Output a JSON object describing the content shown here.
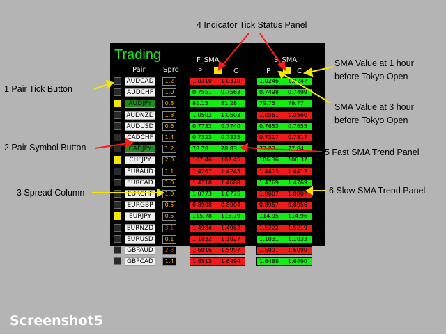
{
  "panel": {
    "title": "Trading",
    "pair_header": "Pair",
    "spread_header": "Sprd",
    "fast_sma_header": "F_SMA",
    "slow_sma_header": "S_SMA",
    "p_label": "P",
    "c_label": "C"
  },
  "rows": [
    {
      "pair": "AUDCAD",
      "tick": false,
      "selected": false,
      "spread": "1.2",
      "spread_color": "orange",
      "f_p": "1.0310",
      "f_c": "1.0310",
      "f_color": "red",
      "s_p": "1.0246",
      "s_c": "1.0247",
      "s_color": "green"
    },
    {
      "pair": "AUDCHF",
      "tick": false,
      "selected": false,
      "spread": "1.0",
      "spread_color": "orange",
      "f_p": "0.7551",
      "f_c": "0.7563",
      "f_color": "green",
      "s_p": "0.7498",
      "s_c": "0.7499",
      "s_color": "green"
    },
    {
      "pair": "AUDJPY",
      "tick": true,
      "selected": true,
      "spread": "0.8",
      "spread_color": "orange",
      "f_p": "81.15",
      "f_c": "81.28",
      "f_color": "green",
      "s_p": "79.75",
      "s_c": "79.77",
      "s_color": "green"
    },
    {
      "pair": "AUDNZD",
      "tick": false,
      "selected": false,
      "spread": "1.8",
      "spread_color": "orange",
      "f_p": "1.0502",
      "f_c": "1.0503",
      "f_color": "green",
      "s_p": "1.0561",
      "s_c": "1.0560",
      "s_color": "red"
    },
    {
      "pair": "AUDUSD",
      "tick": false,
      "selected": false,
      "spread": "0.6",
      "spread_color": "orange",
      "f_p": "0.7732",
      "f_c": "0.7740",
      "f_color": "green",
      "s_p": "0.7653",
      "s_c": "0.7655",
      "s_color": "green"
    },
    {
      "pair": "CADCHF",
      "tick": false,
      "selected": false,
      "spread": "1.4",
      "spread_color": "orange",
      "f_p": "0.7323",
      "f_c": "0.7335",
      "f_color": "green",
      "s_p": "0.7317",
      "s_c": "0.7317",
      "s_color": "red"
    },
    {
      "pair": "CADJPY",
      "tick": false,
      "selected": true,
      "spread": "1.2",
      "spread_color": "orange",
      "f_p": "78.70",
      "f_c": "78.83",
      "f_color": "green",
      "s_p": "77.83",
      "s_c": "77.84",
      "s_color": "green"
    },
    {
      "pair": "CHFJPY",
      "tick": true,
      "selected": false,
      "spread": "2.0",
      "spread_color": "orange",
      "f_p": "107.46",
      "f_c": "107.45",
      "f_color": "red",
      "s_p": "106.36",
      "s_c": "106.37",
      "s_color": "green"
    },
    {
      "pair": "EURAUD",
      "tick": false,
      "selected": false,
      "spread": "1.1",
      "spread_color": "orange",
      "f_p": "1.4267",
      "f_c": "1.4245",
      "f_color": "red",
      "s_p": "1.4413",
      "s_c": "1.4412",
      "s_color": "red"
    },
    {
      "pair": "EURCAD",
      "tick": false,
      "selected": false,
      "spread": "1.0",
      "spread_color": "orange",
      "f_p": "1.4710",
      "f_c": "1.4688",
      "f_color": "red",
      "s_p": "1.4769",
      "s_c": "1.4769",
      "s_color": "green"
    },
    {
      "pair": "EURCHF",
      "tick": false,
      "selected": false,
      "spread": "1.0",
      "spread_color": "orange",
      "f_p": "1.0773",
      "f_c": "1.0775",
      "f_color": "green",
      "s_p": "1.0807",
      "s_c": "1.0807",
      "s_color": "red"
    },
    {
      "pair": "EURGBP",
      "tick": false,
      "selected": false,
      "spread": "0.5",
      "spread_color": "orange",
      "f_p": "0.8908",
      "f_c": "0.8904",
      "f_color": "red",
      "s_p": "0.8957",
      "s_c": "0.8956",
      "s_color": "red"
    },
    {
      "pair": "EURJPY",
      "tick": true,
      "selected": false,
      "spread": "0.5",
      "spread_color": "orange",
      "f_p": "115.78",
      "f_c": "115.79",
      "f_color": "green",
      "s_p": "114.95",
      "s_c": "114.96",
      "s_color": "green"
    },
    {
      "pair": "EURNZD",
      "tick": false,
      "selected": false,
      "spread": "3.1",
      "spread_color": "red",
      "f_p": "1.4984",
      "f_c": "1.4963",
      "f_color": "red",
      "s_p": "1.5222",
      "s_c": "1.5219",
      "s_color": "red"
    },
    {
      "pair": "EURUSD",
      "tick": false,
      "selected": false,
      "spread": "0.1",
      "spread_color": "orange",
      "f_p": "1.1032",
      "f_c": "1.1027",
      "f_color": "red",
      "s_p": "1.1031",
      "s_c": "1.1033",
      "s_color": "green"
    },
    {
      "pair": "GBPAUD",
      "tick": false,
      "selected": false,
      "spread": "2.3",
      "spread_color": "red",
      "f_p": "1.6016",
      "f_c": "1.5997",
      "f_color": "red",
      "s_p": "1.6091",
      "s_c": "1.6090",
      "s_color": "red"
    },
    {
      "pair": "GBPCAD",
      "tick": false,
      "selected": false,
      "spread": "1.4",
      "spread_color": "orange",
      "f_p": "1.6513",
      "f_c": "1.6494",
      "f_color": "red",
      "s_p": "1.6488",
      "s_c": "1.6490",
      "s_color": "green"
    }
  ],
  "annotations": {
    "indicator_tick": "4 Indicator Tick Status Panel",
    "sma_1h": [
      "SMA Value at 1 hour",
      "before Tokyo Open"
    ],
    "sma_3h": [
      "SMA Value at 3 hour",
      "before Tokyo Open"
    ],
    "pair_tick": "1 Pair Tick Button",
    "pair_symbol": "2 Pair Symbol Button",
    "spread": "3 Spread Column",
    "fast_sma": "5 Fast SMA Trend Panel",
    "slow_sma": "6 Slow SMA Trend Panel"
  },
  "footer": "Screenshot5",
  "colors": {
    "accent_green": "#14ec14",
    "trend_red": "#ee1b1b",
    "tick_yellow": "#f2e600",
    "title_green": "#19e619"
  },
  "icons": {
    "arrow": "arrow-icon"
  }
}
